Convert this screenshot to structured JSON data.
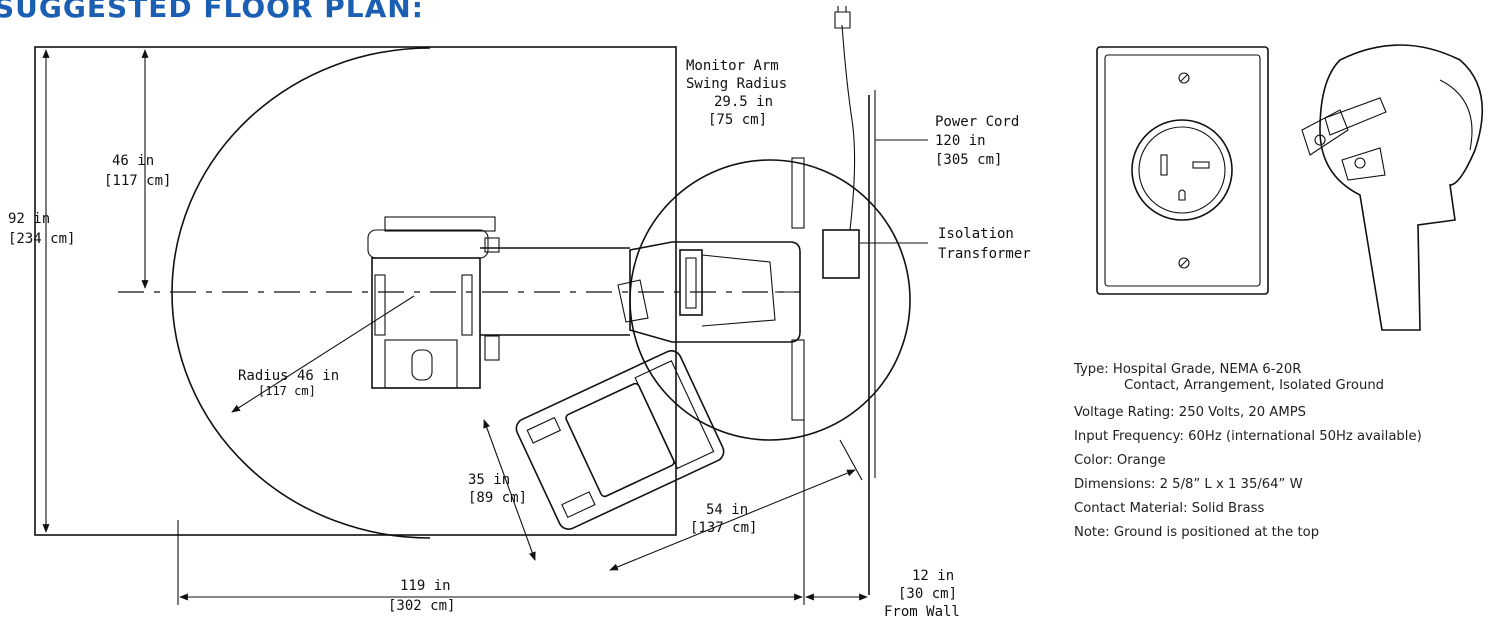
{
  "title": "SUGGESTED FLOOR PLAN:",
  "labels": {
    "height_in": "92 in",
    "height_cm": "[234 cm]",
    "half_height_in": "46 in",
    "half_height_cm": "[117 cm]",
    "radius_in": "Radius 46 in",
    "radius_cm": "[117 cm]",
    "chair_in": "35 in",
    "chair_cm": "[89 cm]",
    "chair_len_in": "54 in",
    "chair_len_cm": "[137 cm]",
    "width_in": "119 in",
    "width_cm": "[302 cm]",
    "wall_in": "12 in",
    "wall_cm": "[30 cm]",
    "wall_note": "From Wall",
    "monitor_1": "Monitor Arm",
    "monitor_2": "Swing Radius",
    "monitor_in": "29.5 in",
    "monitor_cm": "[75 cm]",
    "cord_1": "Power Cord",
    "cord_in": "120 in",
    "cord_cm": "[305 cm]",
    "transformer_1": "Isolation",
    "transformer_2": "Transformer"
  },
  "specs": {
    "type_line1": "Type: Hospital Grade, NEMA 6-20R",
    "type_line2": "Contact, Arrangement, Isolated Ground",
    "voltage": "Voltage Rating: 250 Volts, 20 AMPS",
    "frequency": "Input Frequency: 60Hz (international 50Hz available)",
    "color": "Color: Orange",
    "dimensions": "Dimensions: 2 5/8” L x 1 35/64” W",
    "material": "Contact Material: Solid Brass",
    "note": "Note: Ground is positioned at the top"
  }
}
